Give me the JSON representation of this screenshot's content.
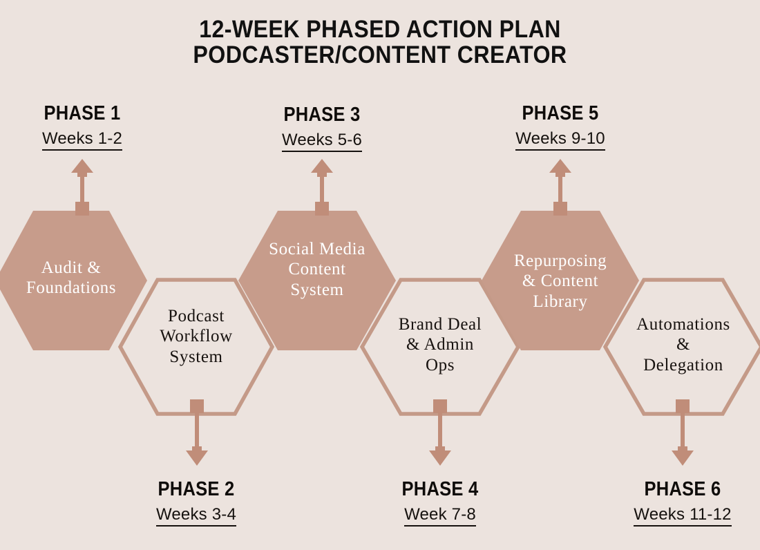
{
  "title": {
    "line1": "12-WEEK PHASED ACTION PLAN",
    "line2": "PODCASTER/CONTENT CREATOR"
  },
  "colors": {
    "background": "#ece3de",
    "hex_fill": "#c79c8b",
    "hex_stroke": "#c49a88",
    "arrow": "#c08d79",
    "title_text": "#111111",
    "fill_hex_text": "#ffffff",
    "open_hex_text": "#17120f"
  },
  "phases": [
    {
      "phase_label": "PHASE 1",
      "weeks": "Weeks 1-2",
      "hex_text": "Audit &\nFoundations",
      "style": "filled",
      "arrow_direction": "up",
      "callout_position": "above"
    },
    {
      "phase_label": "PHASE 2",
      "weeks": "Weeks 3-4",
      "hex_text": "Podcast\nWorkflow\nSystem",
      "style": "outlined",
      "arrow_direction": "down",
      "callout_position": "below"
    },
    {
      "phase_label": "PHASE 3",
      "weeks": "Weeks 5-6",
      "hex_text": "Social Media\nContent\nSystem",
      "style": "filled",
      "arrow_direction": "up",
      "callout_position": "above"
    },
    {
      "phase_label": "PHASE 4",
      "weeks": "Week 7-8",
      "hex_text": "Brand Deal\n& Admin\nOps",
      "style": "outlined",
      "arrow_direction": "down",
      "callout_position": "below"
    },
    {
      "phase_label": "PHASE 5",
      "weeks": "Weeks 9-10",
      "hex_text": "Repurposing\n& Content\nLibrary",
      "style": "filled",
      "arrow_direction": "up",
      "callout_position": "above"
    },
    {
      "phase_label": "PHASE 6",
      "weeks": "Weeks 11-12",
      "hex_text": "Automations\n&\nDelegation",
      "style": "outlined",
      "arrow_direction": "down",
      "callout_position": "below"
    }
  ]
}
